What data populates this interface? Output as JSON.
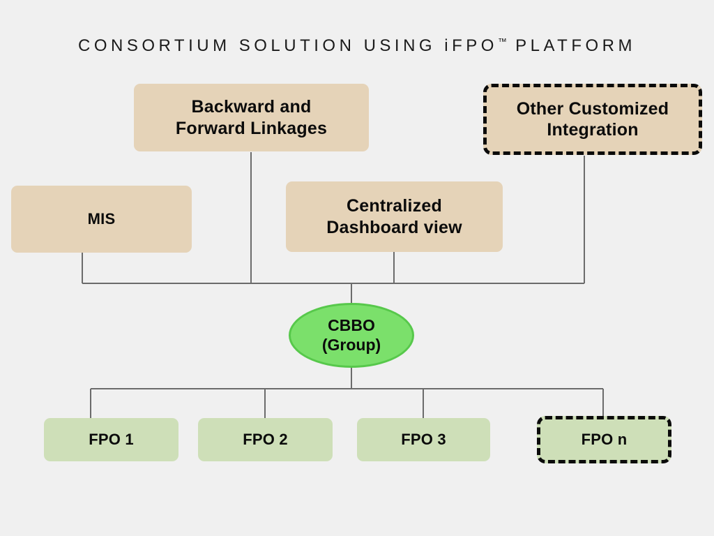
{
  "page": {
    "background_color": "#F0F0F0",
    "title": "CONSORTIUM SOLUTION USING iFPO",
    "title_trademark": "™",
    "title_suffix": " PLATFORM"
  },
  "diagram": {
    "type": "hierarchy-org-chart",
    "colors": {
      "tan_fill": "#E5D3B8",
      "light_green_fill": "#CEDFB8",
      "ellipse_fill": "#7BE06B",
      "ellipse_stroke": "#57C84B",
      "connector": "#6B6B6B",
      "dashed_border": "#0B0B0B",
      "text": "#0B0B0B"
    },
    "upper_nodes": [
      {
        "id": "backward",
        "label": "Backward and Forward Linkages",
        "style": "tan-solid",
        "dashed": false
      },
      {
        "id": "other",
        "label": "Other Customized Integration",
        "style": "tan-dashed",
        "dashed": true
      },
      {
        "id": "mis",
        "label": "MIS",
        "style": "tan-solid",
        "dashed": false
      },
      {
        "id": "dashboard",
        "label": "Centralized Dashboard view",
        "style": "tan-solid",
        "dashed": false
      }
    ],
    "center_node": {
      "id": "cbbo",
      "label": "CBBO (Group)",
      "line1": "CBBO",
      "line2": "(Group)",
      "shape": "ellipse"
    },
    "lower_nodes": [
      {
        "id": "fpo1",
        "label": "FPO 1",
        "style": "green-solid",
        "dashed": false
      },
      {
        "id": "fpo2",
        "label": "FPO 2",
        "style": "green-solid",
        "dashed": false
      },
      {
        "id": "fpo3",
        "label": "FPO 3",
        "style": "green-solid",
        "dashed": false
      },
      {
        "id": "fpon",
        "label": "FPO n",
        "style": "green-dashed",
        "dashed": true
      }
    ]
  },
  "labels": {
    "backward_line1": "Backward and",
    "backward_line2": "Forward Linkages",
    "other_line1": "Other Customized",
    "other_line2": "Integration",
    "mis": "MIS",
    "dashboard_line1": "Centralized",
    "dashboard_line2": "Dashboard view",
    "cbbo_line1": "CBBO",
    "cbbo_line2": "(Group)",
    "fpo1": "FPO 1",
    "fpo2": "FPO 2",
    "fpo3": "FPO 3",
    "fpon": "FPO n"
  }
}
